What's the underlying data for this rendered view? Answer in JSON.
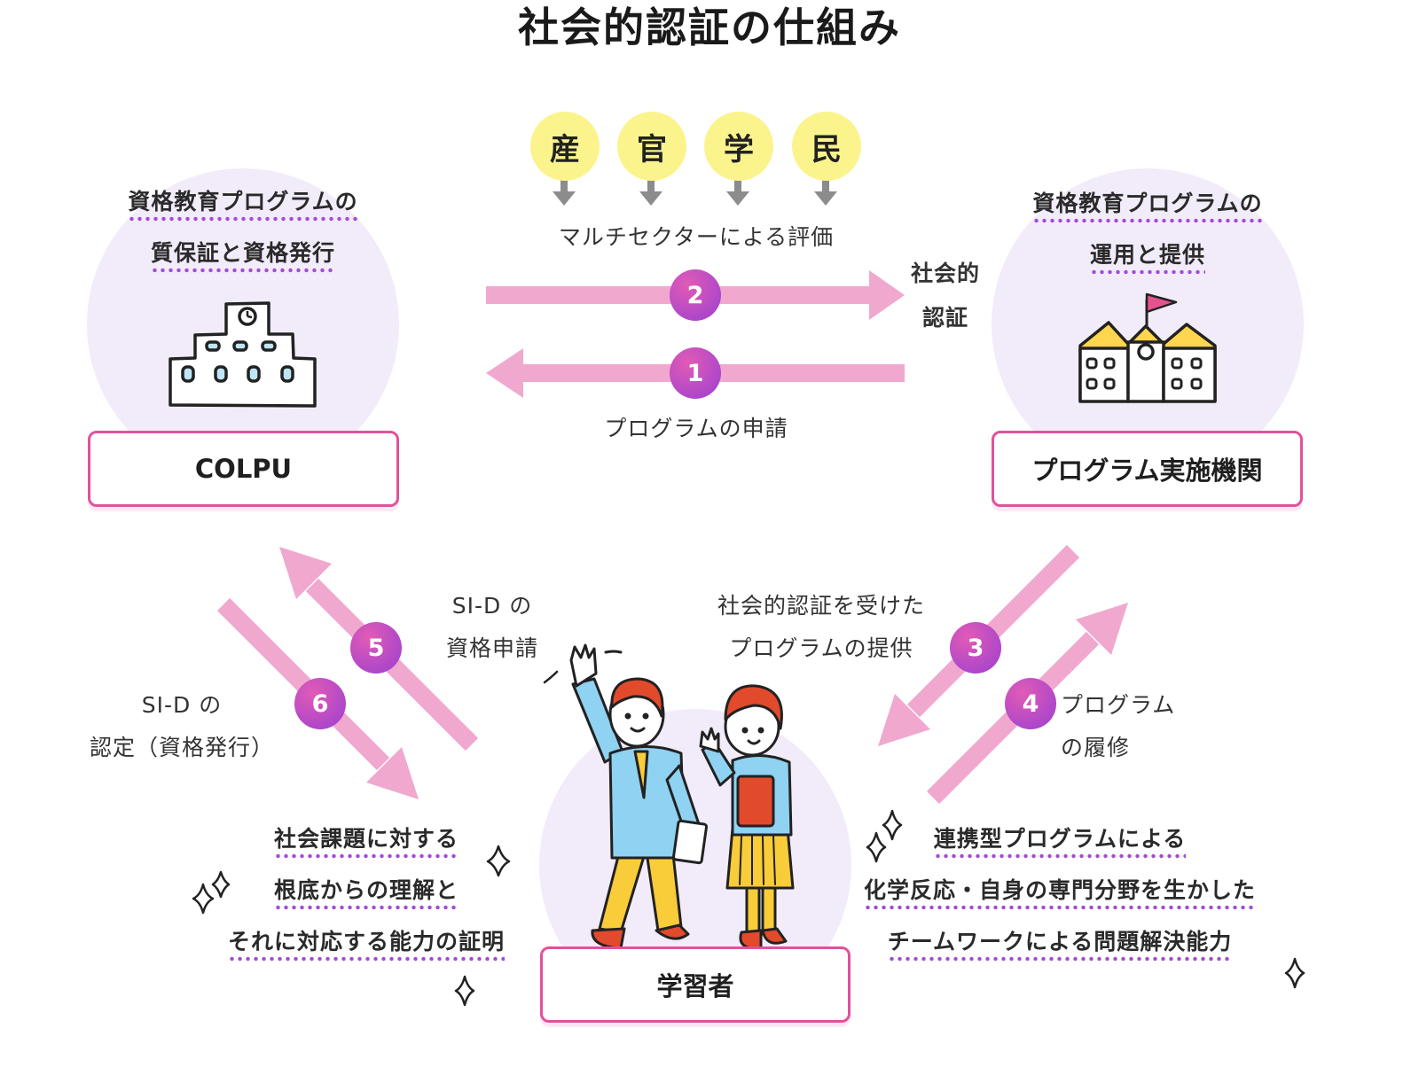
{
  "title": "社会的認証の仕組み",
  "sectors": [
    "産",
    "官",
    "学",
    "民"
  ],
  "evaluation_label": "マルチセクターによる評価",
  "application_label": "プログラムの申請",
  "social_cert": [
    "社会的",
    "認証"
  ],
  "colpu": {
    "heading": [
      "資格教育プログラムの",
      "質保証と資格発行"
    ],
    "box": "COLPU"
  },
  "institution": {
    "heading": [
      "資格教育プログラムの",
      "運用と提供"
    ],
    "box": "プログラム実施機関"
  },
  "learner": {
    "box": "学習者"
  },
  "steps": [
    "1",
    "2",
    "3",
    "4",
    "5",
    "6"
  ],
  "step5_label": [
    "SI-D の",
    "資格申請"
  ],
  "step6_label": [
    "SI-D の",
    "認定（資格発行）"
  ],
  "step3_label": [
    "社会的認証を受けた",
    "プログラムの提供"
  ],
  "step4_label": [
    "プログラム",
    "の履修"
  ],
  "left_outcome": [
    "社会課題に対する",
    "根底からの理解と",
    "それに対応する能力の証明"
  ],
  "right_outcome": [
    "連携型プログラムによる",
    "化学反応・自身の専門分野を生かした",
    "チームワークによる問題解決能力"
  ],
  "colors": {
    "accent": "#e0529b",
    "arrow": "#f0a8cf",
    "sector": "#fbf48d",
    "halo": "#f2ecfa",
    "badge": "#b04ad0",
    "dots": "#a24bd8"
  },
  "icons": [
    "colpu-building-icon",
    "school-building-icon",
    "learners-illustration",
    "sparkle-icon"
  ]
}
